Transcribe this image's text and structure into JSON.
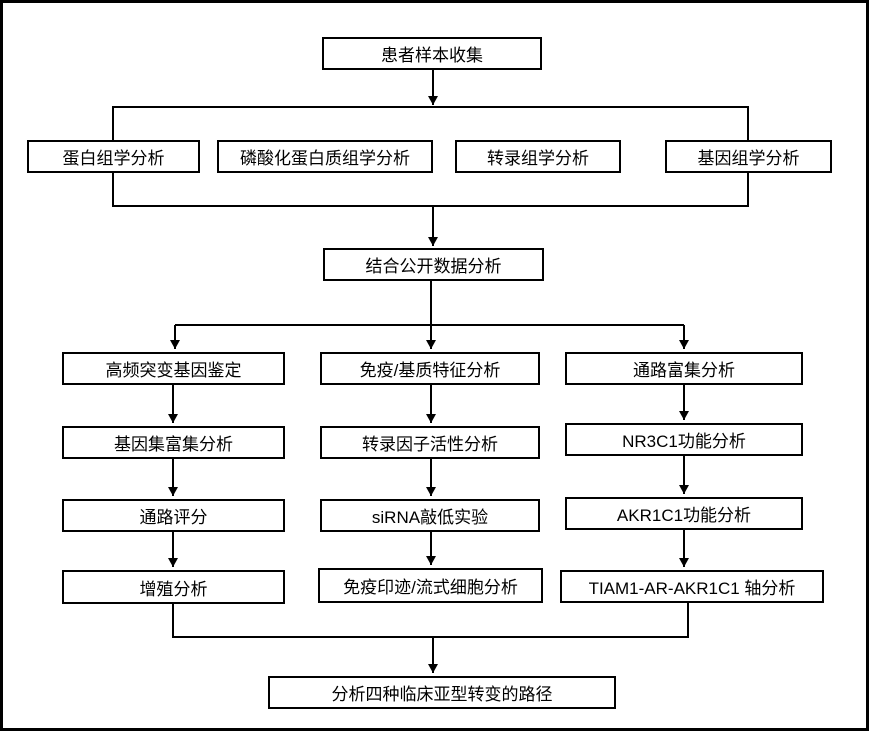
{
  "diagram": {
    "type": "flowchart",
    "direction": "top-down",
    "colors": {
      "line": "#000000",
      "box_border": "#000000",
      "box_fill": "#ffffff",
      "background": "#ffffff",
      "text": "#000000"
    },
    "nodes": {
      "patient": "患者样本收集",
      "proteomics": "蛋白组学分析",
      "phospho": "磷酸化蛋白质组学分析",
      "transcriptomics": "转录组学分析",
      "genomics": "基因组学分析",
      "public_data": "结合公开数据分析",
      "mutation": "高频突变基因鉴定",
      "gene_set": "基因集富集分析",
      "pathway_score": "通路评分",
      "proliferation": "增殖分析",
      "immune_stroma": "免疫/基质特征分析",
      "tf_activity": "转录因子活性分析",
      "sirna": "siRNA敲低实验",
      "western_flow": "免疫印迹/流式细胞分析",
      "pathway_enrich": "通路富集分析",
      "nr3c1": "NR3C1功能分析",
      "akr1c1": "AKR1C1功能分析",
      "tiam1_axis": "TIAM1-AR-AKR1C1 轴分析",
      "final": "分析四种临床亚型转变的路径"
    },
    "edges": [
      {
        "from": "patient",
        "to": [
          "proteomics",
          "phospho",
          "transcriptomics",
          "genomics"
        ]
      },
      {
        "from": [
          "proteomics",
          "phospho",
          "transcriptomics",
          "genomics"
        ],
        "to": "public_data"
      },
      {
        "from": "public_data",
        "to": [
          "mutation",
          "immune_stroma",
          "pathway_enrich"
        ]
      },
      {
        "from": "mutation",
        "to": "gene_set"
      },
      {
        "from": "gene_set",
        "to": "pathway_score"
      },
      {
        "from": "pathway_score",
        "to": "proliferation"
      },
      {
        "from": "immune_stroma",
        "to": "tf_activity"
      },
      {
        "from": "tf_activity",
        "to": "sirna"
      },
      {
        "from": "sirna",
        "to": "western_flow"
      },
      {
        "from": "pathway_enrich",
        "to": "nr3c1"
      },
      {
        "from": "nr3c1",
        "to": "akr1c1"
      },
      {
        "from": "akr1c1",
        "to": "tiam1_axis"
      },
      {
        "from": [
          "proliferation",
          "western_flow",
          "tiam1_axis"
        ],
        "to": "final"
      }
    ]
  }
}
